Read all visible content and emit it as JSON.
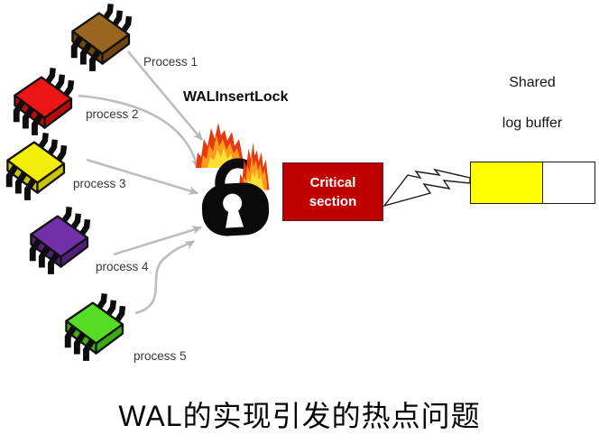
{
  "diagram": {
    "title": "WAL的实现引发的热点问题",
    "lock": {
      "label": "WALInsertLock"
    },
    "processes": [
      {
        "label": "Process 1",
        "color": "#9A651F",
        "shade": "#6F4612"
      },
      {
        "label": "process 2",
        "color": "#EC1515",
        "shade": "#B30D0D"
      },
      {
        "label": "process 3",
        "color": "#F2EE0A",
        "shade": "#CCC400"
      },
      {
        "label": "process 4",
        "color": "#7130A6",
        "shade": "#50207C"
      },
      {
        "label": "process 5",
        "color": "#57DC26",
        "shade": "#3BAB12"
      }
    ],
    "critical_section": {
      "line1": "Critical",
      "line2": "section",
      "fill": "#C00000",
      "border": "#8A1212",
      "text_color": "#FFFFFF"
    },
    "shared_buffer": {
      "line1": "Shared",
      "line2": "log buffer",
      "filled_color": "#FFFF00",
      "empty_color": "#FFFFFF",
      "border": "#1A1A1A"
    },
    "colors": {
      "arrow": "#BDBDBD",
      "arrowhead": "#B5B5B5",
      "flame_outer": "#E8380D",
      "flame_mid": "#FF9C1B",
      "flame_inner": "#FFE135",
      "lock_body": "#0A0A0A",
      "chip_leg": "#0D0D0D",
      "bolt_fill": "#FFFFFF",
      "bolt_stroke": "#1A1A1A",
      "label_color": "#383838"
    }
  }
}
